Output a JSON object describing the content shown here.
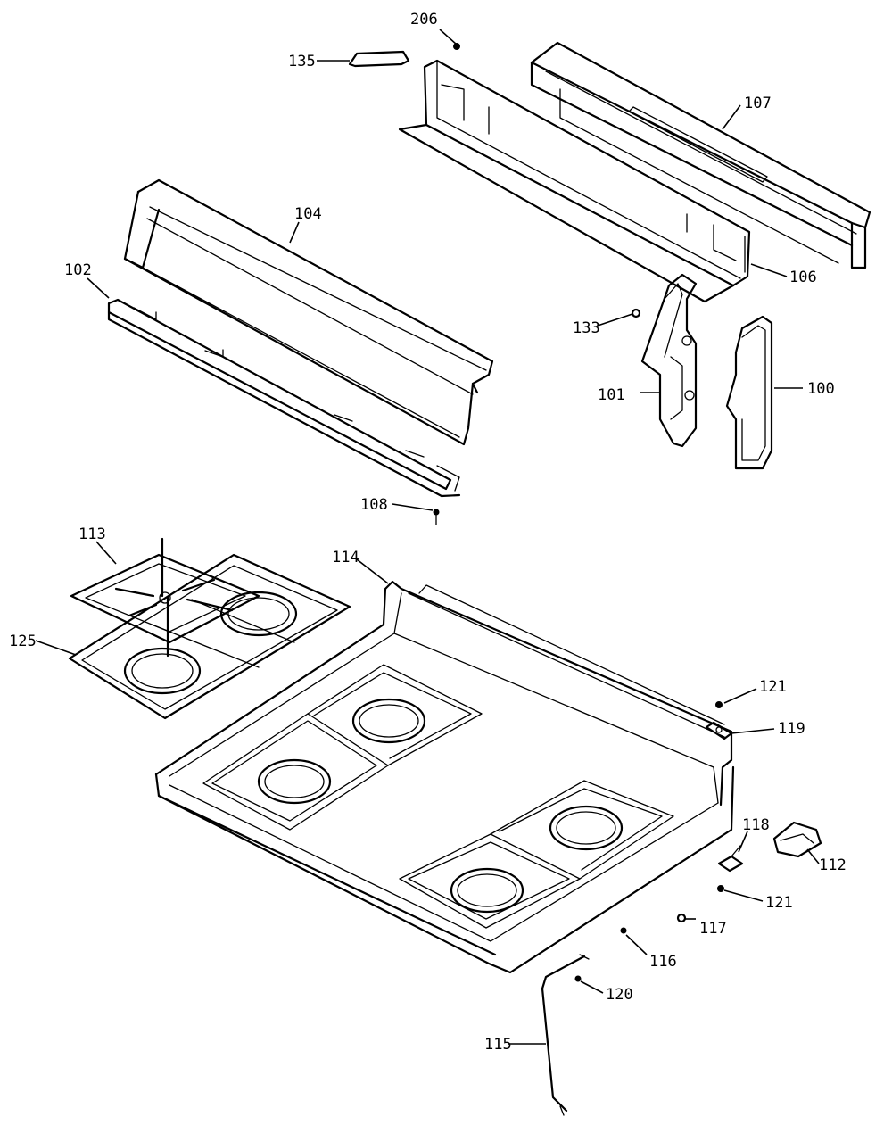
{
  "callouts": [
    {
      "id": "206",
      "text": "206"
    },
    {
      "id": "135",
      "text": "135"
    },
    {
      "id": "107",
      "text": "107"
    },
    {
      "id": "104",
      "text": "104"
    },
    {
      "id": "102",
      "text": "102"
    },
    {
      "id": "106",
      "text": "106"
    },
    {
      "id": "133",
      "text": "133"
    },
    {
      "id": "101",
      "text": "101"
    },
    {
      "id": "100",
      "text": "100"
    },
    {
      "id": "108",
      "text": "108"
    },
    {
      "id": "113",
      "text": "113"
    },
    {
      "id": "114",
      "text": "114"
    },
    {
      "id": "125",
      "text": "125"
    },
    {
      "id": "121a",
      "text": "121"
    },
    {
      "id": "119",
      "text": "119"
    },
    {
      "id": "118",
      "text": "118"
    },
    {
      "id": "112",
      "text": "112"
    },
    {
      "id": "121b",
      "text": "121"
    },
    {
      "id": "117",
      "text": "117"
    },
    {
      "id": "116",
      "text": "116"
    },
    {
      "id": "120",
      "text": "120"
    },
    {
      "id": "115",
      "text": "115"
    }
  ]
}
